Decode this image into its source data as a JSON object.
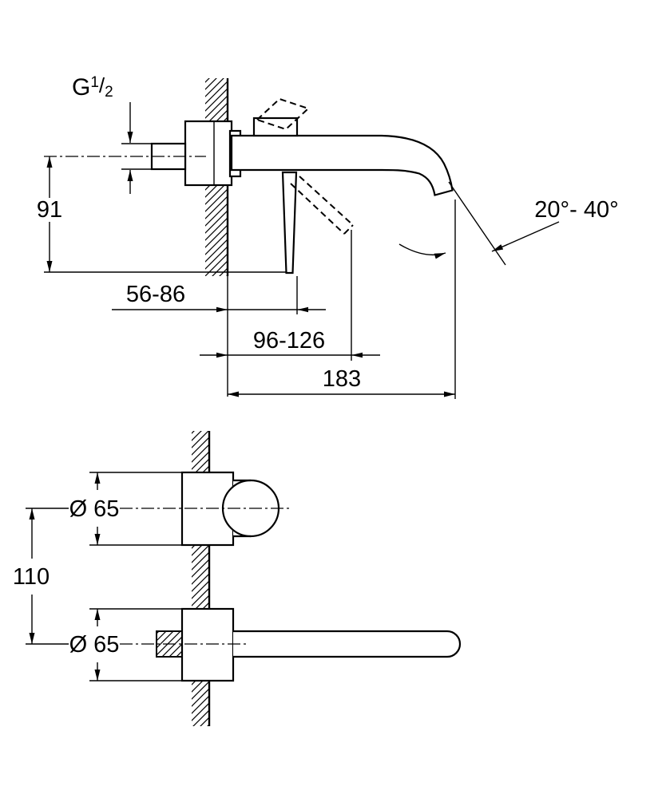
{
  "colors": {
    "background": "#ffffff",
    "line": "#000000"
  },
  "side_view": {
    "thread_label": {
      "prefix": "G",
      "sup": "1",
      "slash": "/",
      "sub": "2"
    },
    "dims": {
      "height": "91",
      "depth_range": "56-86",
      "handle_depth_range": "96-126",
      "projection": "183",
      "angle_range": "20°- 40°"
    }
  },
  "front_view": {
    "dims": {
      "dia_handle": "Ø 65",
      "dia_spout": "Ø 65",
      "center_distance": "110"
    }
  }
}
